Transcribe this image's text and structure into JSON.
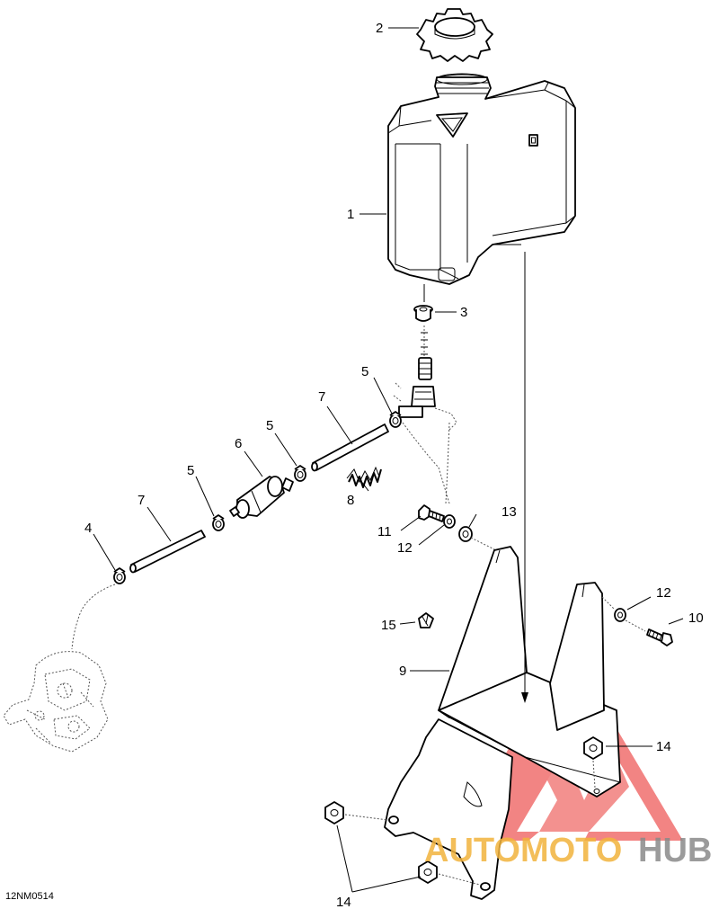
{
  "diagram": {
    "code": "12NM0514",
    "labels": {
      "l1": "1",
      "l2": "2",
      "l3": "3",
      "l4": "4",
      "l5a": "5",
      "l5b": "5",
      "l5c": "5",
      "l6": "6",
      "l7a": "7",
      "l7b": "7",
      "l8": "8",
      "l9": "9",
      "l10": "10",
      "l11": "11",
      "l12a": "12",
      "l12b": "12",
      "l13": "13",
      "l14a": "14",
      "l14b": "14",
      "l15": "15"
    }
  },
  "watermark": {
    "part1": "AUTOMOTO",
    "part2": "HUB",
    "color_red": "#e8211f",
    "color_orange": "#f2b33d",
    "color_gray": "#8a8a8a"
  }
}
